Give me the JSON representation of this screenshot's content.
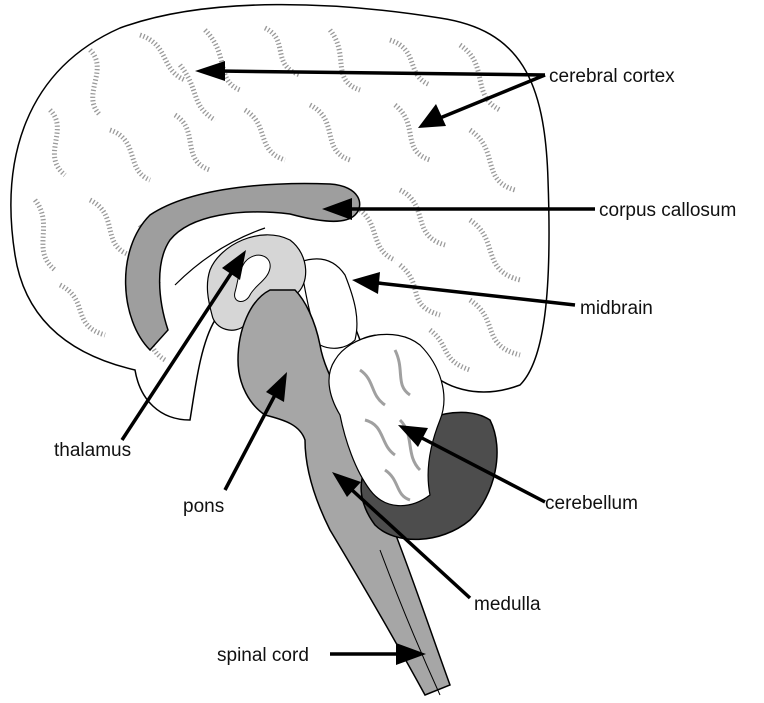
{
  "labels": {
    "cerebral_cortex": "cerebral cortex",
    "corpus_callosum": "corpus callosum",
    "midbrain": "midbrain",
    "thalamus": "thalamus",
    "pons": "pons",
    "cerebellum": "cerebellum",
    "medulla": "medulla",
    "spinal_cord": "spinal cord"
  },
  "colors": {
    "outline": "#000000",
    "cortex_fill": "#ffffff",
    "fold_texture": "#9a9a9a",
    "corpus_callosum": "#9e9e9e",
    "thalamus": "#d6d6d6",
    "brainstem": "#a6a6a6",
    "cerebellum_dark": "#4d4d4d",
    "cerebellum_light": "#ffffff"
  }
}
